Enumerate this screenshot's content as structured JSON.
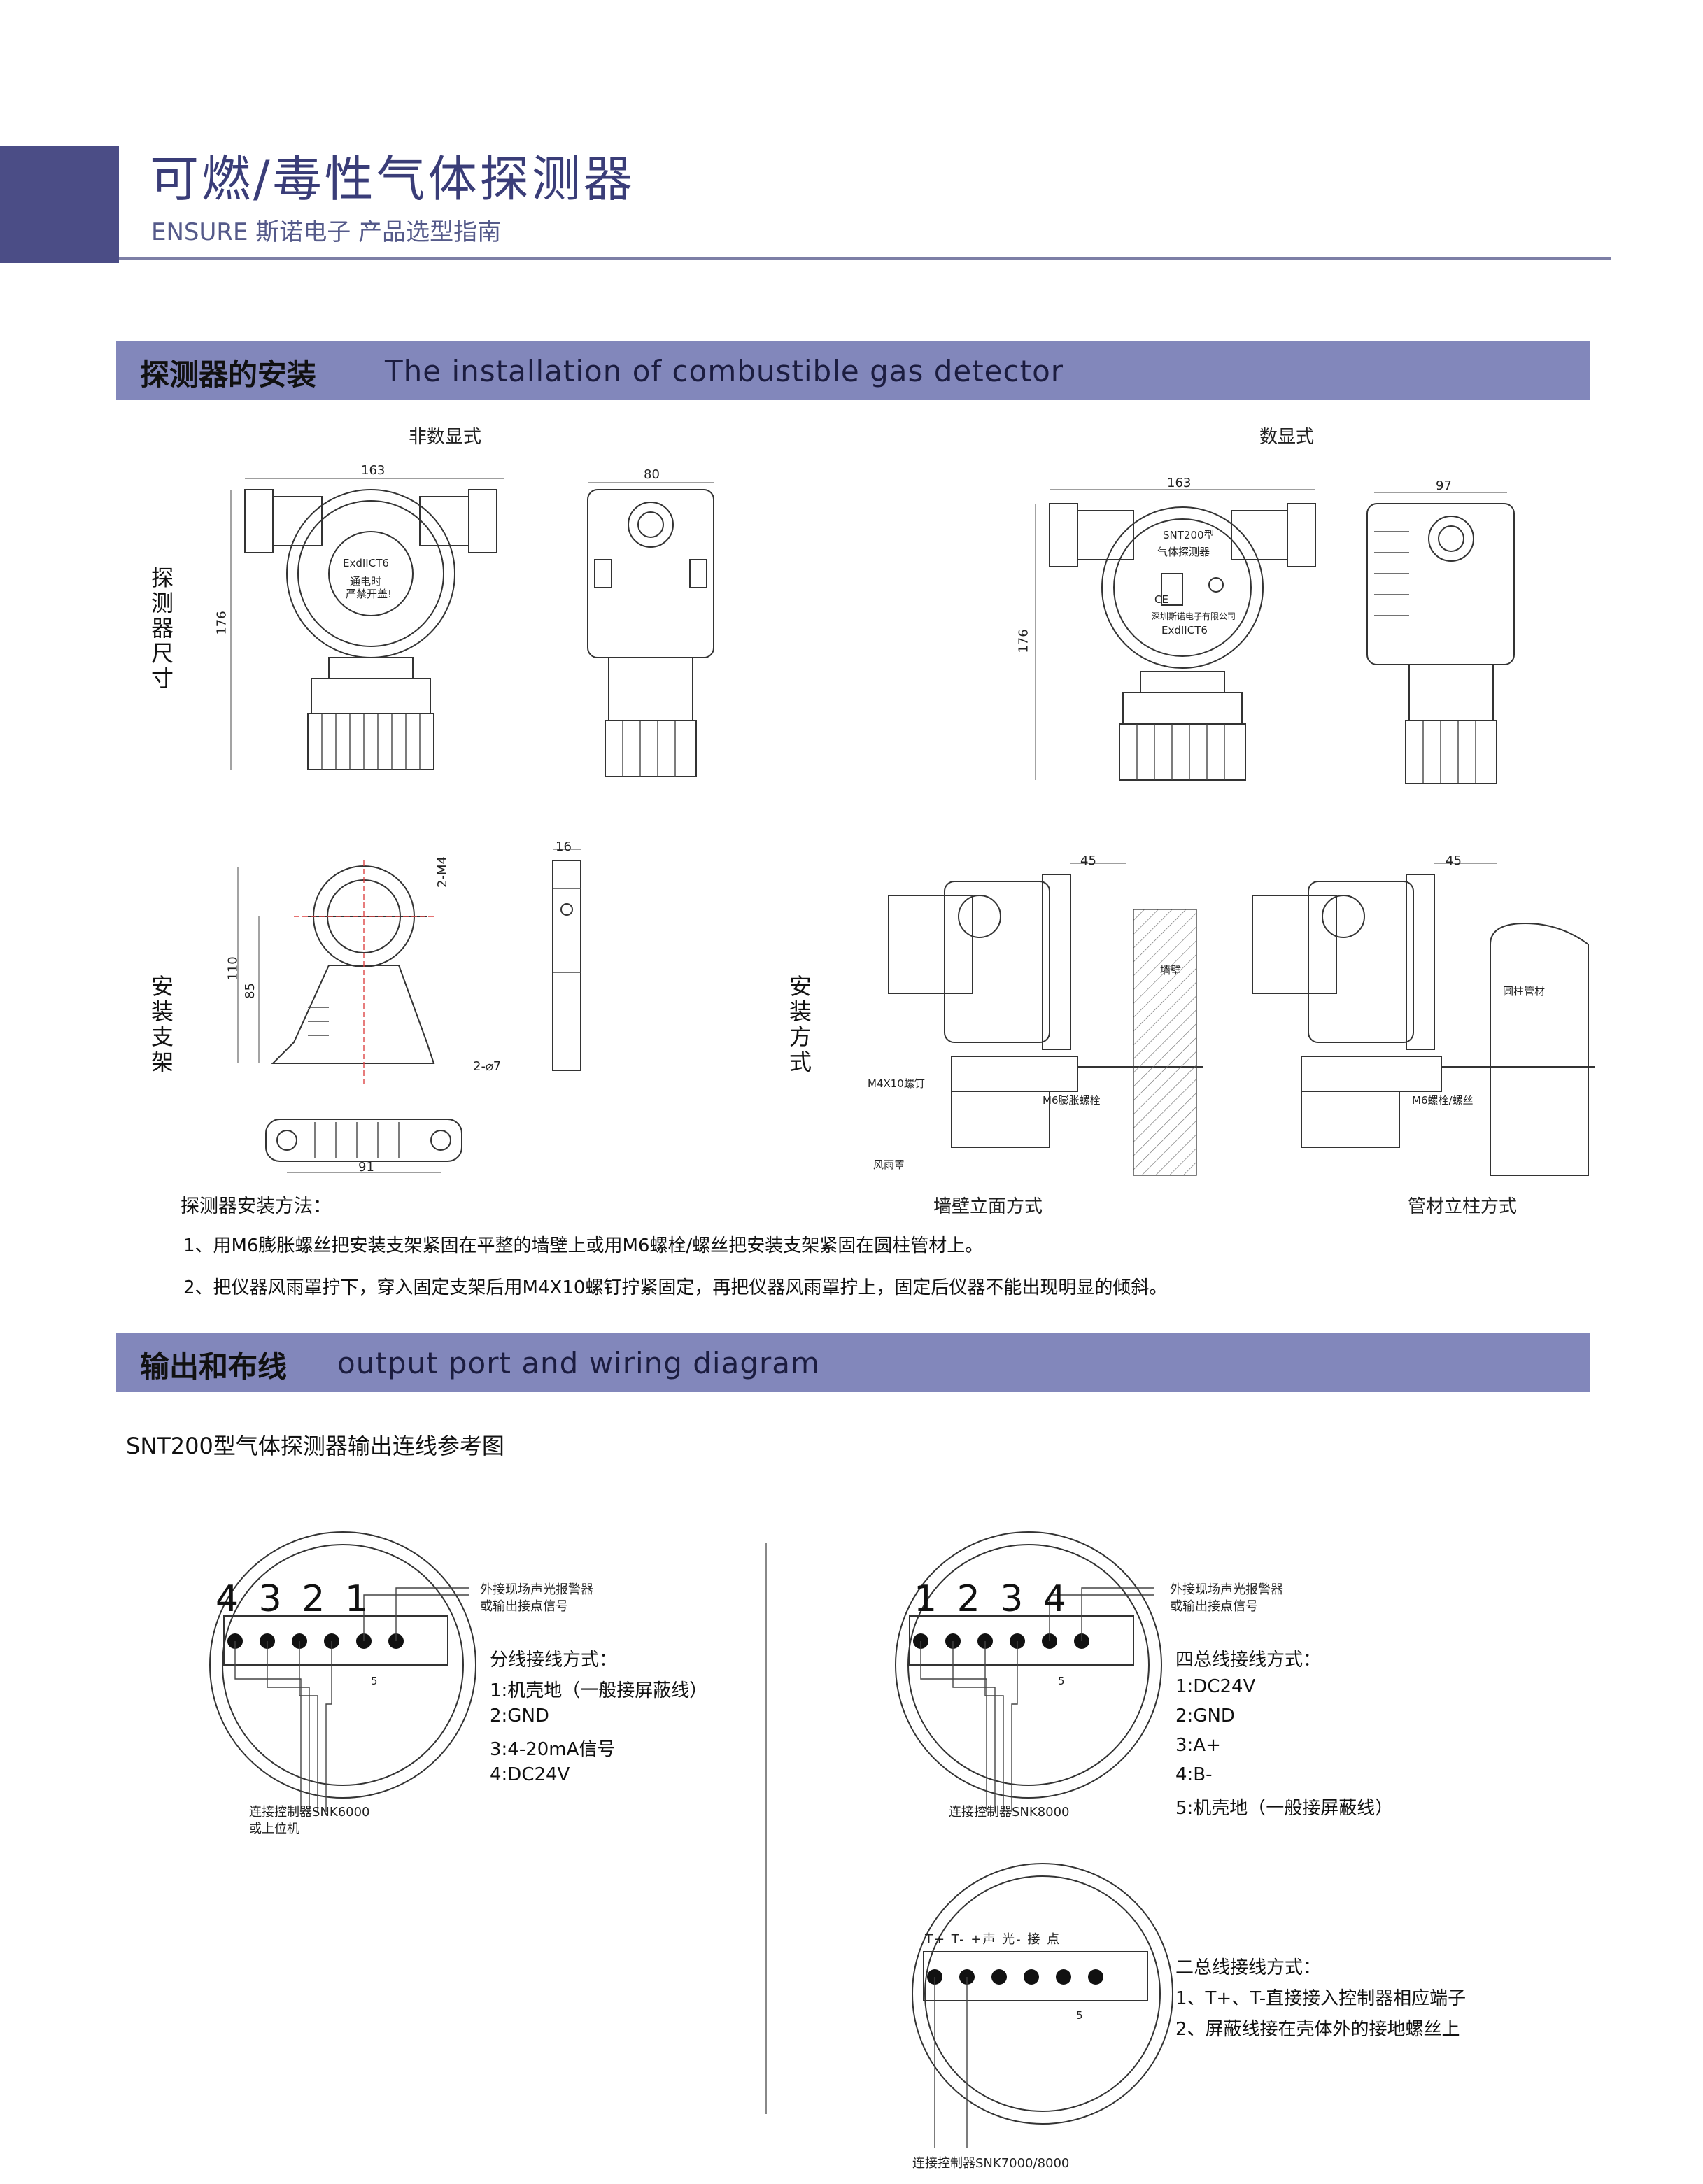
{
  "header": {
    "title": "可燃/毒性气体探测器",
    "subtitle": "ENSURE 斯诺电子    产品选型指南"
  },
  "section1": {
    "title_cn": "探测器的安装",
    "title_en": "The installation of combustible gas detector",
    "label_nondisplay": "非数显式",
    "label_display": "数显式",
    "vlabel_size": "探测器尺寸",
    "vlabel_bracket": "安装支架",
    "vlabel_method": "安装方式",
    "dims": {
      "w163a": "163",
      "h176a": "176",
      "w80": "80",
      "w163b": "163",
      "h176b": "176",
      "w97": "97",
      "m4": "2-M4",
      "h110": "110",
      "h85": "85",
      "d7": "2-⌀7",
      "w16": "16",
      "w91": "91",
      "w45a": "45",
      "w45b": "45"
    },
    "device_text": {
      "exd1": "ExdIICT6",
      "warn1": "通电时",
      "warn2": "严禁开盖!",
      "model": "SNT200型",
      "name": "气体探测器",
      "ce": "CE",
      "company": "深圳斯诺电子有限公司",
      "exd2": "ExdIICT6"
    },
    "install_labels": {
      "wall": "墙壁",
      "pipe": "圆柱管材",
      "screw_m4": "M4X10螺钉",
      "bolt_m6": "M6膨胀螺栓",
      "bolt_m6b": "M6螺栓/螺丝",
      "hood": "风雨罩"
    },
    "caption_wall": "墙壁立面方式",
    "caption_pipe": "管材立柱方式",
    "method_title": "探测器安装方法：",
    "method1": "1、用M6膨胀螺丝把安装支架紧固在平整的墙壁上或用M6螺栓/螺丝把安装支架紧固在圆柱管材上。",
    "method2": "2、把仪器风雨罩拧下，穿入固定支架后用M4X10螺钉拧紧固定，再把仪器风雨罩拧上，固定后仪器不能出现明显的倾斜。"
  },
  "section2": {
    "title_cn": "输出和布线",
    "title_en": "output port and wiring diagram",
    "diagram_title": "SNT200型气体探测器输出连线参考图",
    "left": {
      "numbers": "4 3 2 1",
      "ext1": "外接现场声光报警器",
      "ext2": "或输出接点信号",
      "ground": "5",
      "method_title": "分线接线方式：",
      "items": [
        "1:机壳地（一般接屏蔽线）",
        "2:GND",
        "3:4-20mA信号",
        "4:DC24V"
      ],
      "ctrl1": "连接控制器SNK6000",
      "ctrl2": "或上位机"
    },
    "right": {
      "numbers": "1 2 3 4",
      "ext1": "外接现场声光报警器",
      "ext2": "或输出接点信号",
      "ground": "5",
      "method_title": "四总线接线方式：",
      "items": [
        "1:DC24V",
        "2:GND",
        "3:A+",
        "4:B-",
        "5:机壳地（一般接屏蔽线）"
      ],
      "ctrl": "连接控制器SNK8000"
    },
    "bottom": {
      "terminals": "T+  T-   +声  光-  接 点",
      "ground": "5",
      "method_title": "二总线接线方式：",
      "items": [
        "1、T+、T-直接接入控制器相应端子",
        "2、屏蔽线接在壳体外的接地螺丝上"
      ],
      "ctrl": "连接控制器SNK7000/8000"
    }
  }
}
